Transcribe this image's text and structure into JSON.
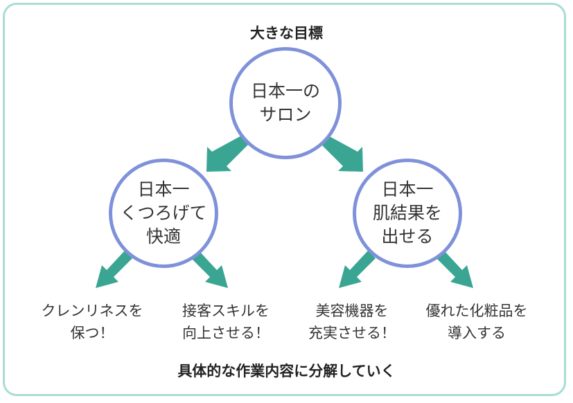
{
  "colors": {
    "frame_border": "#a8dcd4",
    "circle_border": "#7f91d9",
    "arrow": "#3aa592",
    "text": "#333333"
  },
  "top_label": "大きな目標",
  "bottom_label": "具体的な作業内容に分解していく",
  "goal": {
    "lines": [
      "日本一の",
      "サロン"
    ]
  },
  "sub_goals": [
    {
      "lines": [
        "日本一",
        "くつろげて",
        "快適"
      ]
    },
    {
      "lines": [
        "日本一",
        "肌結果を",
        "出せる"
      ]
    }
  ],
  "actions": [
    {
      "lines": [
        "クレンリネスを",
        "保つ！"
      ]
    },
    {
      "lines": [
        "接客スキルを",
        "向上させる！"
      ]
    },
    {
      "lines": [
        "美容機器を",
        "充実させる！"
      ]
    },
    {
      "lines": [
        "優れた化粧品を",
        "導入する"
      ]
    }
  ]
}
